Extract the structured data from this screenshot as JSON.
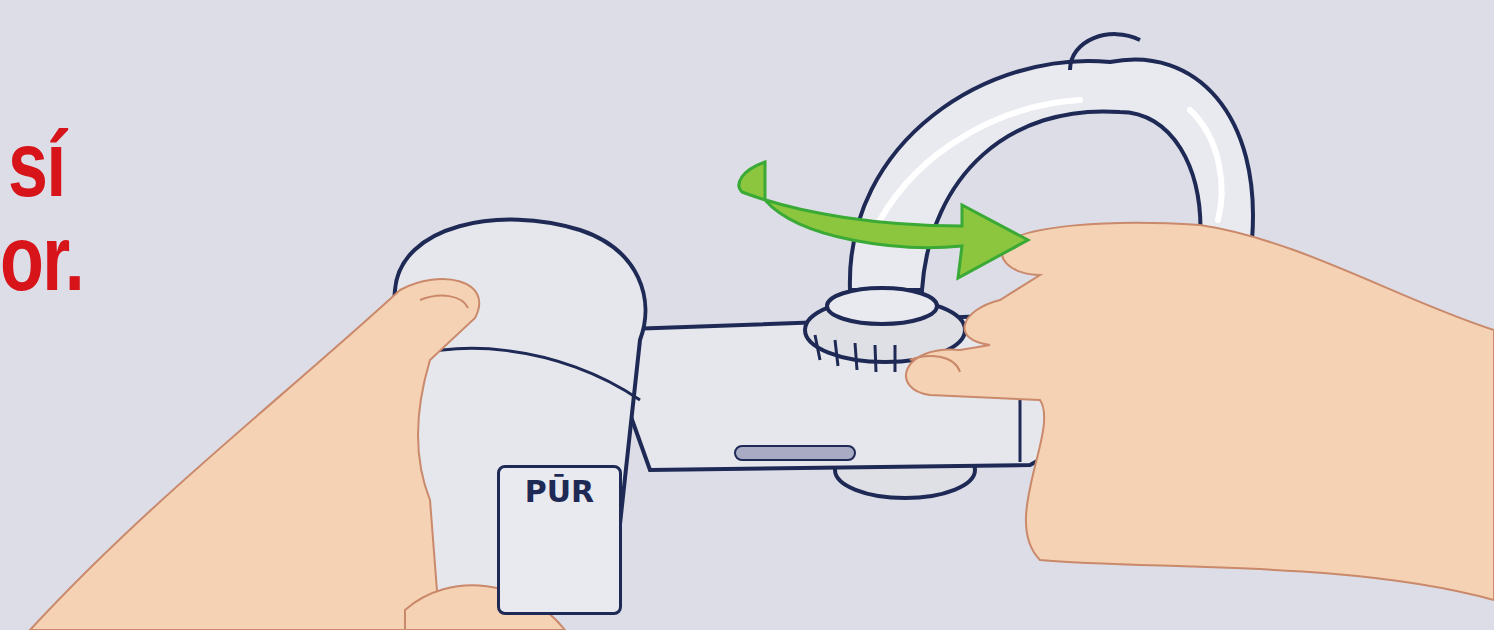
{
  "diagram": {
    "nodes": [
      {
        "text": [
          "PŪR"
        ]
      }
    ],
    "labels": [
      "sí",
      "or."
    ]
  }
}
